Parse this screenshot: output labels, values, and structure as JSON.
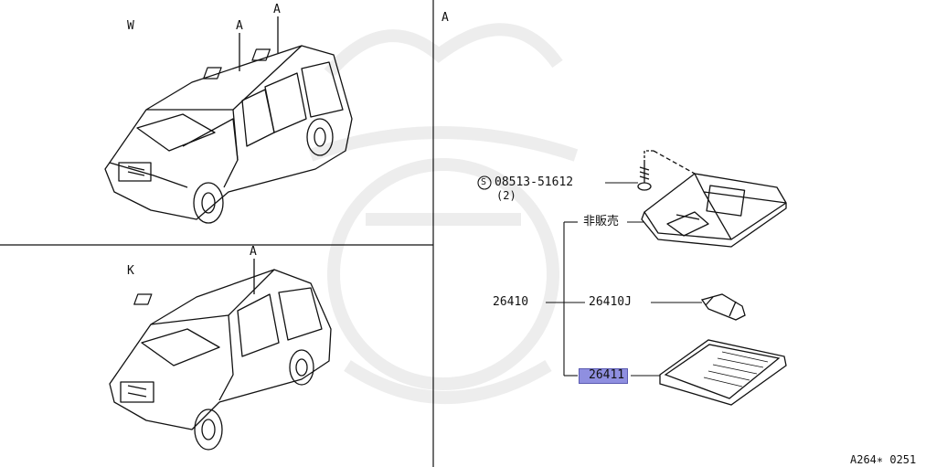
{
  "panels": {
    "w": {
      "label": "W",
      "marker_1": "A",
      "marker_2": "A"
    },
    "k": {
      "label": "K",
      "marker": "A"
    },
    "a": {
      "label": "A"
    }
  },
  "parts": {
    "screw": {
      "circle_letter": "S",
      "number": "08513-51612",
      "qty": "(2)"
    },
    "not_for_sale": "非販売",
    "assembly": "26410",
    "bulb": "26410J",
    "lens": "26411"
  },
  "colors": {
    "line": "#111111",
    "highlight": "#8f8fe0"
  },
  "footer_code": "A264∗ 0251"
}
